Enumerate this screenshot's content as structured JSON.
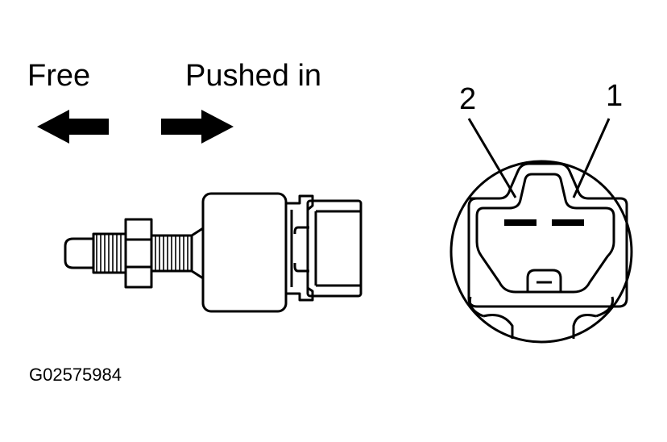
{
  "labels": {
    "free": "Free",
    "pushed_in": "Pushed in",
    "pin_2": "2",
    "pin_1": "1",
    "figure_code": "G02575984"
  },
  "colors": {
    "ink": "#000000",
    "background": "#ffffff"
  }
}
